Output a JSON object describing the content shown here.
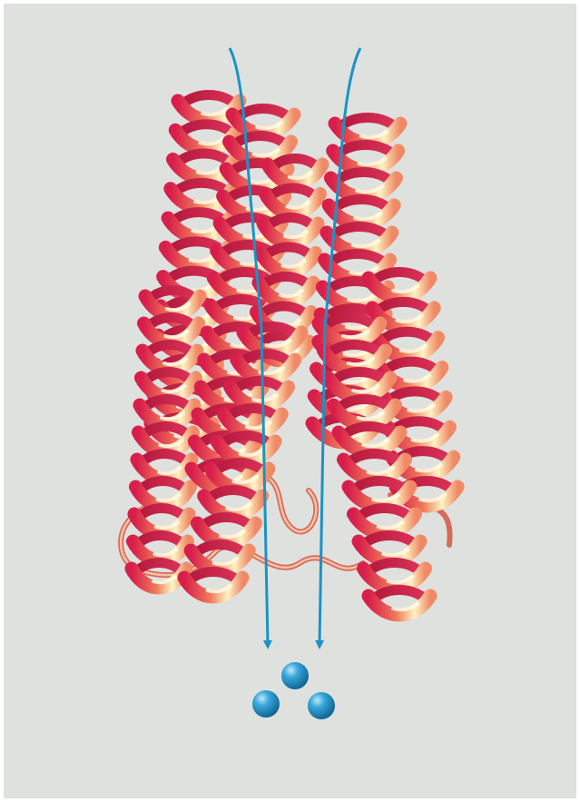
{
  "figure": {
    "subject": "protein-channel-ribbon",
    "colors": {
      "background": "#dfe1df",
      "helix_dark": "#d81e4a",
      "helix_mid": "#f07a5a",
      "helix_light": "#fff4c4",
      "loop": "#f2a48a",
      "flow_arrow": "#1b93c4",
      "ion": "#1a8cc3"
    },
    "ion_count": 3,
    "arrow_count": 2
  }
}
